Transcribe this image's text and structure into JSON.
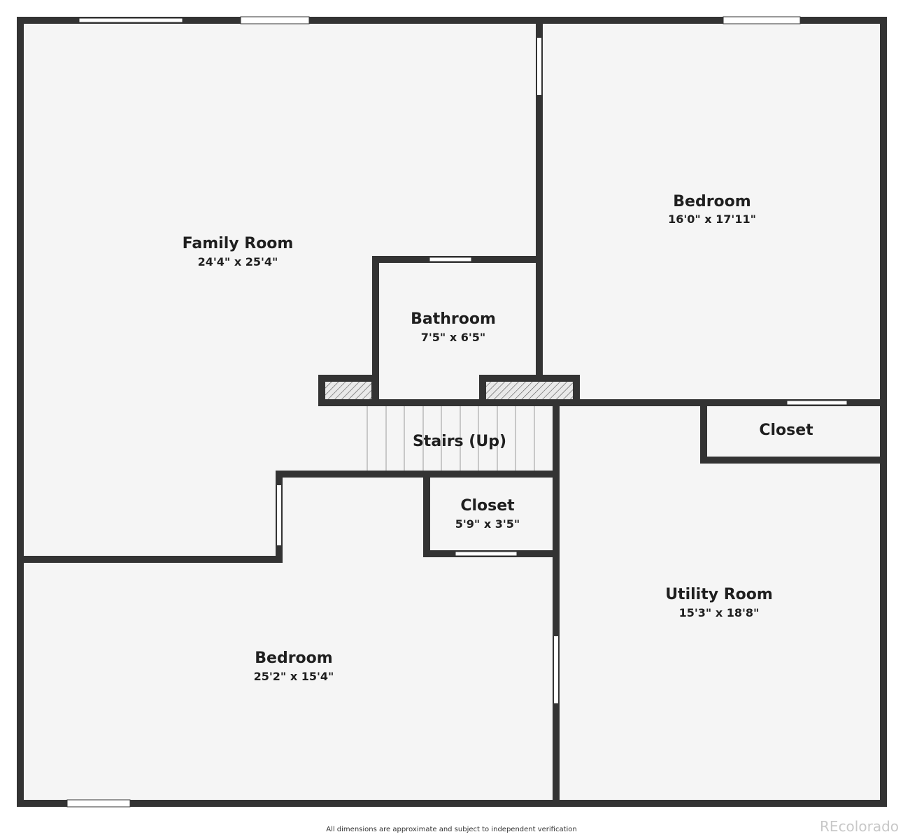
{
  "rooms": {
    "family_room": {
      "name": "Family Room",
      "dims": "24'4\" x 25'4\""
    },
    "bedroom_ne": {
      "name": "Bedroom",
      "dims": "16'0\" x 17'11\""
    },
    "bathroom": {
      "name": "Bathroom",
      "dims": "7'5\" x 6'5\""
    },
    "stairs": {
      "name": "Stairs (Up)"
    },
    "closet_east": {
      "name": "Closet"
    },
    "closet_center": {
      "name": "Closet",
      "dims": "5'9\" x 3'5\""
    },
    "utility_room": {
      "name": "Utility Room",
      "dims": "15'3\" x 18'8\""
    },
    "bedroom_sw": {
      "name": "Bedroom",
      "dims": "25'2\" x 15'4\""
    }
  },
  "footer": {
    "disclaimer": "All dimensions are approximate and subject to independent verification",
    "brand": "REcolorado"
  },
  "colors": {
    "wall": "#333333",
    "floor": "#f5f5f5",
    "window": "#ffffff",
    "brand": "#c8c8c8"
  }
}
